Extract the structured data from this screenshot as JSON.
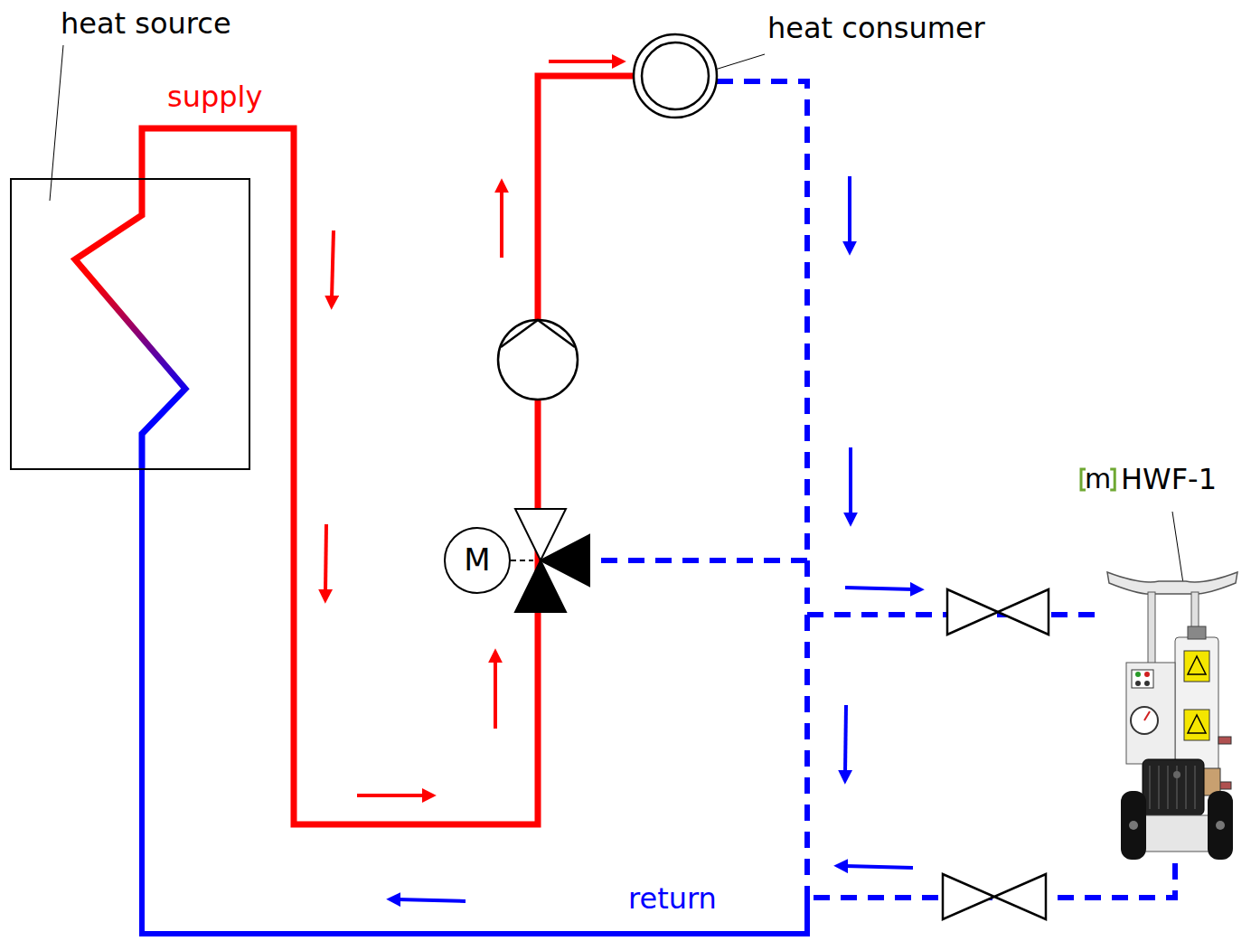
{
  "diagram": {
    "nodes": [
      {
        "text": [
          "heat source"
        ]
      },
      {
        "text": [
          "heat consumer"
        ]
      },
      {
        "text": [
          "M"
        ]
      },
      {
        "text": [
          "m",
          "HWF-1"
        ]
      }
    ],
    "edges": [
      {
        "from": 0,
        "to": 1,
        "arrow": "none"
      },
      {
        "from": 1,
        "to": 0,
        "arrow": "none"
      },
      {
        "from": 1,
        "to": 3,
        "arrow": "none"
      },
      {
        "from": 3,
        "to": 0,
        "arrow": "none"
      }
    ],
    "labels": [
      "supply",
      "return"
    ]
  }
}
